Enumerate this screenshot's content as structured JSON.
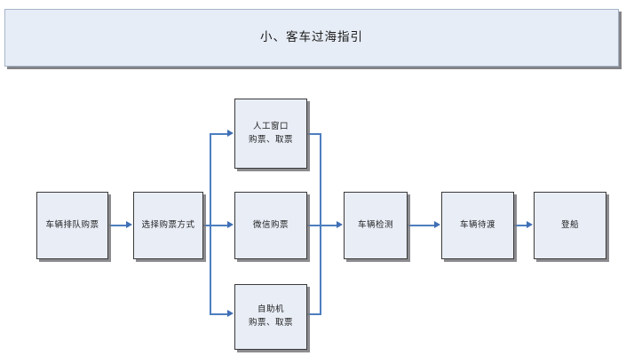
{
  "header": {
    "title": "小、客车过海指引"
  },
  "flow": {
    "nodes": [
      {
        "id": "queue-buy-ticket",
        "lines": [
          "车辆排队购票"
        ]
      },
      {
        "id": "choose-method",
        "lines": [
          "选择购票方式"
        ]
      },
      {
        "id": "manual-window",
        "lines": [
          "人工窗口",
          "购票、取票"
        ]
      },
      {
        "id": "wechat-ticket",
        "lines": [
          "微信购票"
        ]
      },
      {
        "id": "self-service",
        "lines": [
          "自助机",
          "购票、取票"
        ]
      },
      {
        "id": "vehicle-inspection",
        "lines": [
          "车辆检测"
        ]
      },
      {
        "id": "waiting-ferry",
        "lines": [
          "车辆待渡"
        ]
      },
      {
        "id": "boarding",
        "lines": [
          "登船"
        ]
      }
    ]
  },
  "colors": {
    "node_fill": "#e8edf6",
    "node_border": "#3a3a3a",
    "banner_fill": "#e7edf6",
    "connector": "#4d7ebf",
    "shadow": "#78787d"
  }
}
